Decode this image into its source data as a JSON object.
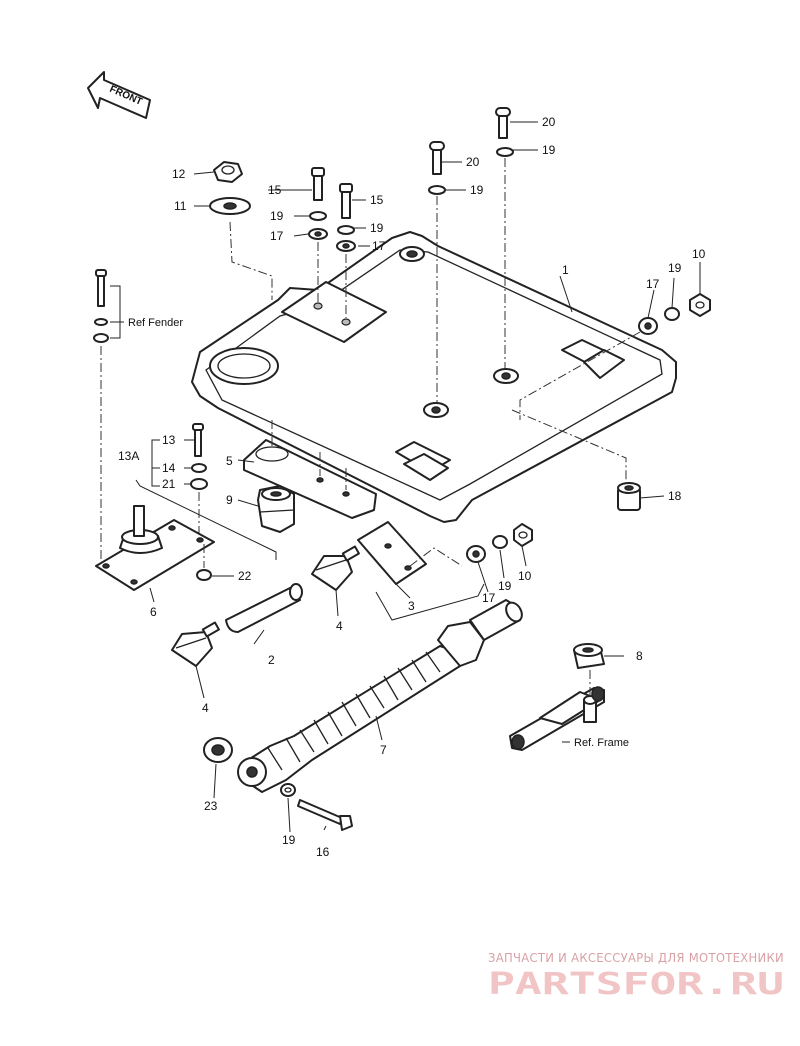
{
  "direction_label": "FRONT",
  "callouts": [
    {
      "id": "c1",
      "text": "1"
    },
    {
      "id": "c2",
      "text": "2"
    },
    {
      "id": "c3",
      "text": "3"
    },
    {
      "id": "c4a",
      "text": "4"
    },
    {
      "id": "c4b",
      "text": "4"
    },
    {
      "id": "c5",
      "text": "5"
    },
    {
      "id": "c6",
      "text": "6"
    },
    {
      "id": "c7",
      "text": "7"
    },
    {
      "id": "c8",
      "text": "8"
    },
    {
      "id": "c9",
      "text": "9"
    },
    {
      "id": "c10a",
      "text": "10"
    },
    {
      "id": "c10b",
      "text": "10"
    },
    {
      "id": "c11",
      "text": "11"
    },
    {
      "id": "c12",
      "text": "12"
    },
    {
      "id": "c13",
      "text": "13"
    },
    {
      "id": "c13A",
      "text": "13A"
    },
    {
      "id": "c14",
      "text": "14"
    },
    {
      "id": "c15a",
      "text": "15"
    },
    {
      "id": "c15b",
      "text": "15"
    },
    {
      "id": "c16",
      "text": "16"
    },
    {
      "id": "c17a",
      "text": "17"
    },
    {
      "id": "c17b",
      "text": "17"
    },
    {
      "id": "c17c",
      "text": "17"
    },
    {
      "id": "c17d",
      "text": "17"
    },
    {
      "id": "c18",
      "text": "18"
    },
    {
      "id": "c19a",
      "text": "19"
    },
    {
      "id": "c19b",
      "text": "19"
    },
    {
      "id": "c19c",
      "text": "19"
    },
    {
      "id": "c19d",
      "text": "19"
    },
    {
      "id": "c19e",
      "text": "19"
    },
    {
      "id": "c19f",
      "text": "19"
    },
    {
      "id": "c19g",
      "text": "19"
    },
    {
      "id": "c20a",
      "text": "20"
    },
    {
      "id": "c20b",
      "text": "20"
    },
    {
      "id": "c21",
      "text": "21"
    },
    {
      "id": "c22",
      "text": "22"
    },
    {
      "id": "c23",
      "text": "23"
    }
  ],
  "notes": {
    "ref_fender": "Ref Fender",
    "ref_frame": "Ref. Frame"
  },
  "watermark": {
    "tagline": "ЗАПЧАСТИ И АКСЕССУАРЫ ДЛЯ МОТОТЕХНИКИ",
    "brand": "PARTSFOR.RU",
    "color": "#d9a0a4"
  }
}
